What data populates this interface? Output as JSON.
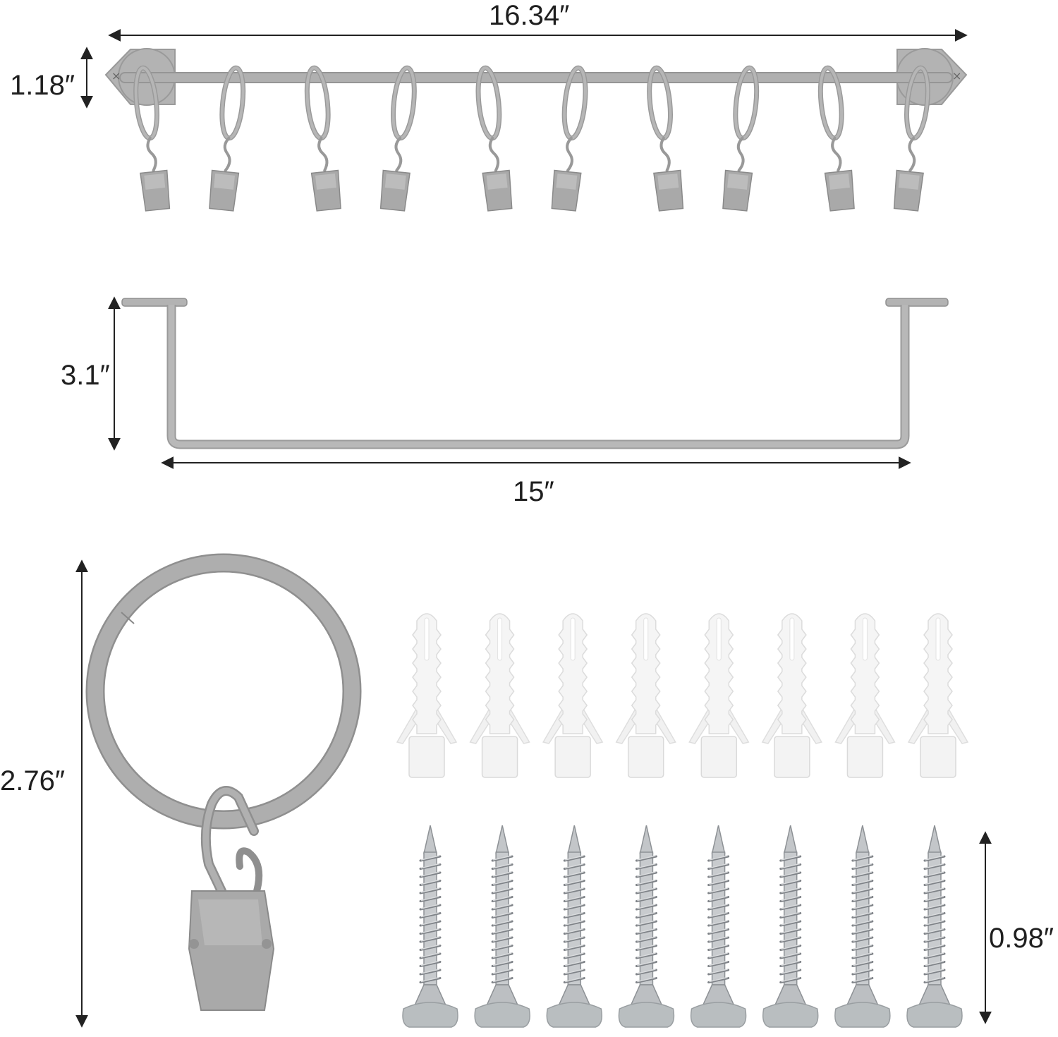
{
  "dimensions": {
    "total_length": "16.34″",
    "bracket_height": "1.18″",
    "drop_depth": "3.1″",
    "rod_length": "15″",
    "ring_clip_height": "2.76″",
    "screw_length": "0.98″"
  },
  "parts": {
    "ring_clip_count": 10,
    "anchor_count": 8,
    "screw_count": 8
  },
  "colors": {
    "metal_gray": "#a9a9a9",
    "metal_stroke": "#8e8e8e",
    "anchor_white": "#f4f4f4",
    "screw_steel": "#b9bcbf",
    "line": "#222222"
  }
}
